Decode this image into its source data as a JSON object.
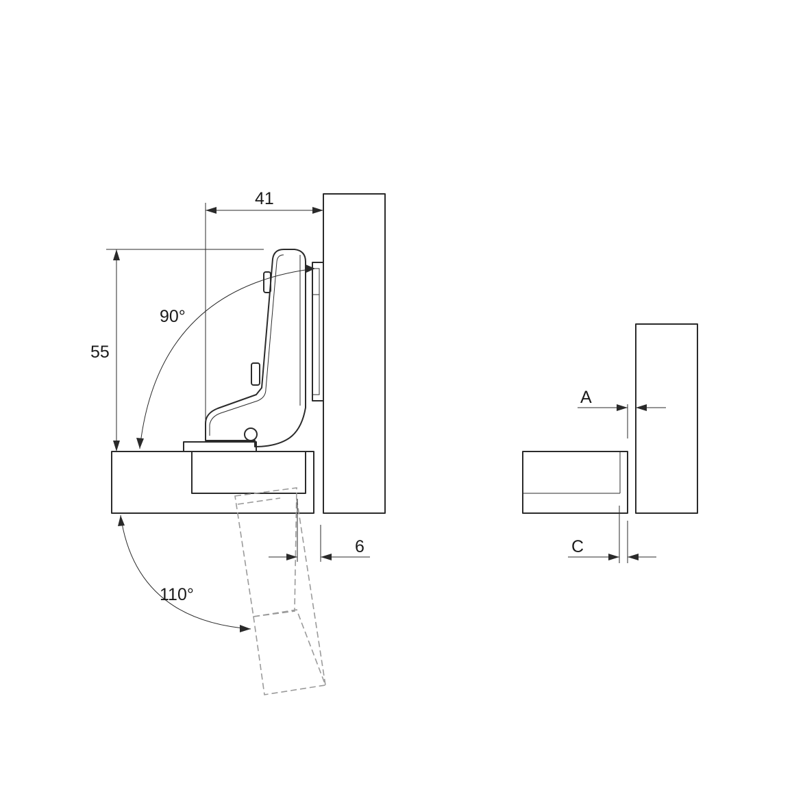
{
  "labels": {
    "dim_41": "41",
    "dim_55": "55",
    "angle_90": "90°",
    "angle_110": "110°",
    "dim_6": "6",
    "dim_a": "A",
    "dim_c": "C"
  }
}
